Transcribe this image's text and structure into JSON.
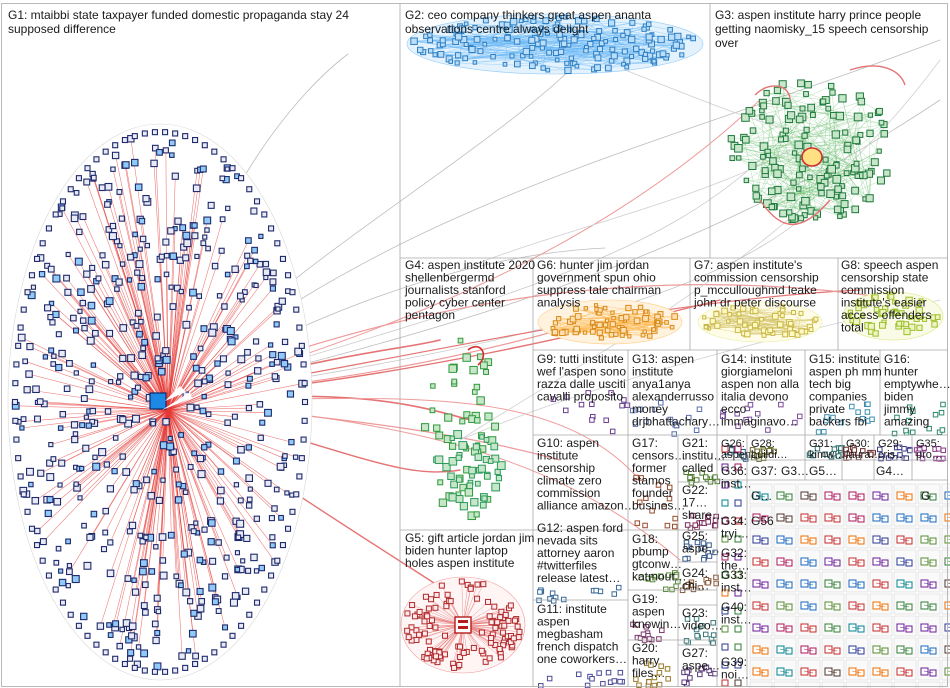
{
  "groups": [
    {
      "id": "G1",
      "lines": [
        "G1: mtaibbi state taxpayer funded domestic propaganda stay 24",
        "supposed difference"
      ],
      "color": "#1f2a6b"
    },
    {
      "id": "G2",
      "lines": [
        "G2: ceo company thinkers great aspen ananta",
        "observations centre always delight"
      ],
      "color": "#2e7fc2"
    },
    {
      "id": "G3",
      "lines": [
        "G3: aspen institute harry prince people",
        "getting naomisky_15 speech censorship",
        "over"
      ],
      "color": "#1e7a3c"
    },
    {
      "id": "G4",
      "lines": [
        "G4: aspen institute 2020",
        "shellenbergermd",
        "journalists stanford",
        "policy cyber center",
        "pentagon"
      ],
      "color": "#2f9a3a"
    },
    {
      "id": "G6",
      "lines": [
        "G6: hunter jim jordan",
        "government spun ohio",
        "suppress tale chairman",
        "analysis"
      ],
      "color": "#d98b1a"
    },
    {
      "id": "G7",
      "lines": [
        "G7: aspen institute's",
        "commission censorship",
        "p_mcculloughmd leake",
        "john dr peter discourse"
      ],
      "color": "#c9b84a"
    },
    {
      "id": "G8",
      "lines": [
        "G8: speech aspen",
        "censorship state",
        "commission",
        "institute's easier",
        "access offenders",
        "total"
      ],
      "color": "#9bbf2a"
    },
    {
      "id": "G9",
      "lines": [
        "G9: tutti institute",
        "wef l'aspen sono",
        "razza dalle usciti",
        "cavalli proposito"
      ],
      "color": "#6a3d8f"
    },
    {
      "id": "G13",
      "lines": [
        "G13: aspen",
        "institute",
        "anya1anya",
        "alexanderrusso",
        "money",
        "drjbhattachary…"
      ],
      "color": "#5a6fb0"
    },
    {
      "id": "G14",
      "lines": [
        "G14: institute",
        "giorgiameloni",
        "aspen non alla",
        "italia devono",
        "ecco",
        "immaginavo…"
      ],
      "color": "#7a4a9a"
    },
    {
      "id": "G15",
      "lines": [
        "G15: institute",
        "aspen ph mm",
        "tech big",
        "companies",
        "private",
        "backers fbi"
      ],
      "color": "#3d8fb0"
    },
    {
      "id": "G16",
      "lines": [
        "G16:",
        "hunter",
        "emptywhe…",
        "biden",
        "jimmy",
        "amazing"
      ],
      "color": "#2a8a6a"
    },
    {
      "id": "G10",
      "lines": [
        "G10: aspen",
        "institute",
        "censorship",
        "climate zero",
        "commission",
        "alliance amazon…"
      ],
      "color": "#2a9a5a"
    },
    {
      "id": "G17",
      "lines": [
        "G17:",
        "censors…",
        "former",
        "stamos",
        "founder",
        "busines…"
      ],
      "color": "#9a4a2a"
    },
    {
      "id": "G21",
      "lines": [
        "G21:",
        "institu…",
        "called"
      ],
      "color": "#4a7a2a"
    },
    {
      "id": "G22",
      "lines": [
        "G22:",
        "17…",
        "share…"
      ],
      "color": "#7a2a5a"
    },
    {
      "id": "G26",
      "lines": [
        "G26:",
        "aspen…"
      ],
      "color": "#2a5a7a"
    },
    {
      "id": "G28",
      "lines": [
        "G28:",
        "buildi…"
      ],
      "color": "#6a6a2a"
    },
    {
      "id": "G31",
      "lines": [
        "G31:",
        "kimw…"
      ],
      "color": "#2a6a6a"
    },
    {
      "id": "G30",
      "lines": [
        "G30:",
        "laura…"
      ],
      "color": "#6a2a2a"
    },
    {
      "id": "G29",
      "lines": [
        "G29:",
        "cris…"
      ],
      "color": "#3a3a8a"
    },
    {
      "id": "G35",
      "lines": [
        "G35:",
        "pro…"
      ],
      "color": "#8a3a8a"
    },
    {
      "id": "G12",
      "lines": [
        "G12: aspen ford",
        "nevada sits",
        "attorney aaron",
        "#twitterfiles",
        "release latest…"
      ],
      "color": "#3a6a9a"
    },
    {
      "id": "G5",
      "lines": [
        "G5: gift article jordan jim",
        "biden hunter laptop",
        "holes aspen institute"
      ],
      "color": "#b02a2a"
    },
    {
      "id": "G18",
      "lines": [
        "G18:",
        "pbump",
        "gtconw…",
        "katmout…"
      ],
      "color": "#5a8a3a"
    },
    {
      "id": "G25",
      "lines": [
        "G25:",
        "aspe…"
      ],
      "color": "#3a5a8a"
    },
    {
      "id": "G24",
      "lines": [
        "G24:",
        "chi…"
      ],
      "color": "#8a5a3a"
    },
    {
      "id": "G19",
      "lines": [
        "G19:",
        "aspen",
        "knowin…"
      ],
      "color": "#7a3a6a"
    },
    {
      "id": "G23",
      "lines": [
        "G23:",
        "video…"
      ],
      "color": "#3a7a7a"
    },
    {
      "id": "G11",
      "lines": [
        "G11: institute",
        "aspen",
        "megbasham",
        "french dispatch",
        "one coworkers…"
      ],
      "color": "#4a4a9a"
    },
    {
      "id": "G20",
      "lines": [
        "G20:",
        "harry",
        "files…"
      ],
      "color": "#9a7a2a"
    },
    {
      "id": "G27",
      "lines": [
        "G27:",
        "aspe…"
      ],
      "color": "#5a3a7a"
    },
    {
      "id": "G36",
      "lines": [
        "G36:",
        "inst…"
      ],
      "color": "#3a8a5a"
    },
    {
      "id": "G32",
      "lines": [
        "G32:",
        "the…"
      ],
      "color": "#8a3a3a"
    },
    {
      "id": "G34",
      "lines": [
        "G34:",
        "tryi…"
      ],
      "color": "#3a5a5a"
    },
    {
      "id": "G33",
      "lines": [
        "G33:",
        "inst…"
      ],
      "color": "#6a8a2a"
    },
    {
      "id": "G40",
      "lines": [
        "G40:",
        "inst…"
      ],
      "color": "#2a4a8a"
    },
    {
      "id": "G39",
      "lines": [
        "G39:",
        "noi…"
      ],
      "color": "#8a2a6a"
    },
    {
      "id": "G37",
      "lines": [
        "G37:"
      ],
      "color": "#4a6a4a"
    },
    {
      "id": "G3x",
      "lines": [
        "G3…"
      ],
      "color": "#6a4a2a"
    },
    {
      "id": "G56",
      "lines": [
        "G56"
      ],
      "color": "#2a6a4a"
    },
    {
      "id": "G5a",
      "lines": [
        "G5…"
      ],
      "color": "#4a2a6a"
    },
    {
      "id": "G4a",
      "lines": [
        "G4…"
      ],
      "color": "#6a6a6a"
    },
    {
      "id": "Gx",
      "lines": [
        "G…"
      ],
      "color": "#5a5a5a"
    },
    {
      "id": "Gy",
      "lines": [
        "G"
      ],
      "color": "#5a5a5a"
    }
  ]
}
